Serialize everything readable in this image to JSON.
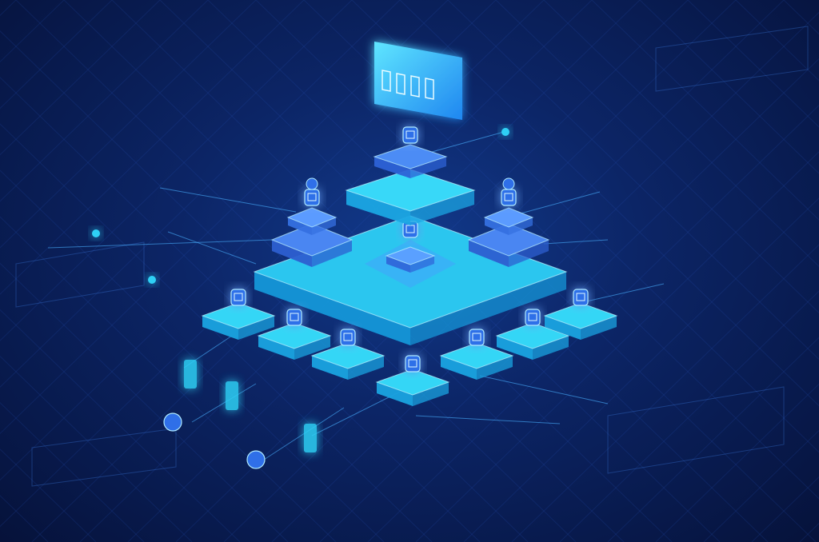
{
  "theme": {
    "background": "#0a1d55",
    "accent": "#2fd0f5",
    "platform_top": "#34d6f6",
    "block_blue": "#3a78f0",
    "line_color": "#4ab0ff"
  },
  "diagram": {
    "style": "isometric hierarchy of glowing platforms on a blueprint grid",
    "top_monitor": {
      "icon": "bar-glyph-icon"
    },
    "tiers": [
      {
        "name": "top",
        "node_icon": "cloud-icon"
      },
      {
        "name": "middle",
        "node_icon": "pin-icon"
      },
      {
        "name": "base",
        "node_icon": "cube-icon"
      }
    ],
    "side_icons": [
      "server-icon",
      "lock-icon"
    ]
  }
}
